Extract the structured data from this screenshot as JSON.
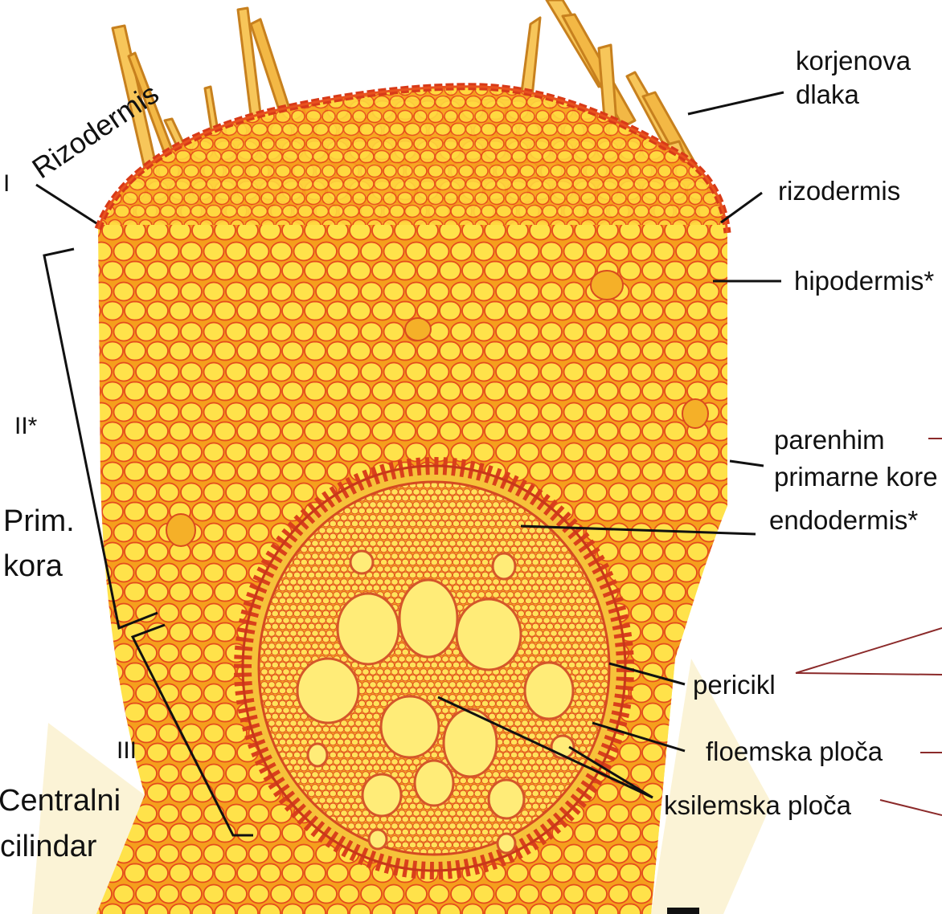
{
  "title_rotated": "Rizodermis",
  "left_labels": {
    "region_1": "I",
    "region_2": "II*",
    "region_2_name_line1": "Prim.",
    "region_2_name_line2": "kora",
    "region_3": "III",
    "region_3_name_line1": "Centralni",
    "region_3_name_line2": "cilindar"
  },
  "right_labels": {
    "root_hair_line1": "korjenova",
    "root_hair_line2": "dlaka",
    "rhizodermis": "rizodermis",
    "hypodermis": "hipodermis*",
    "parenchyma_line1": "parenhim",
    "parenchyma_line2": "primarne kore",
    "endodermis": "endodermis*",
    "pericycle": "pericikl",
    "phloem": "floemska ploča",
    "xylem": "ksilemska ploča"
  },
  "colors": {
    "cell_fill": "#ffd23a",
    "cell_wall": "#e8491d",
    "tissue_bg": "#f7a21d",
    "leader_line": "#111111",
    "accent_line": "#8b2a2a"
  }
}
